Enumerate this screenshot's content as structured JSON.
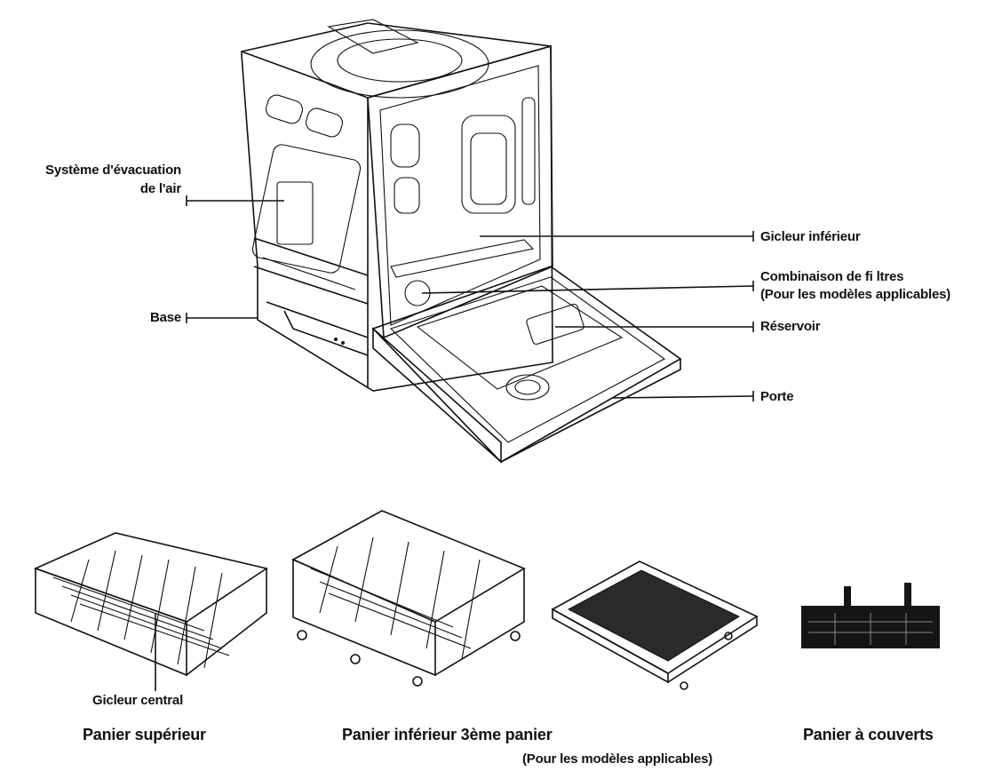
{
  "diagram": {
    "callouts": {
      "air_exhaust_line1": "Système d'évacuation",
      "air_exhaust_line2": "de l'air",
      "base": "Base",
      "lower_spray_arm": "Gicleur inférieur",
      "filter_line1": "Combinaison de fi ltres",
      "filter_line2": "(Pour les modèles applicables)",
      "tank": "Réservoir",
      "door": "Porte",
      "center_spray_arm": "Gicleur central"
    },
    "captions": {
      "upper_rack": "Panier supérieur",
      "lower_rack": "Panier inférieur 3ème panier",
      "lower_rack_note": "(Pour les modèles applicables)",
      "cutlery_basket": "Panier à couverts"
    }
  }
}
